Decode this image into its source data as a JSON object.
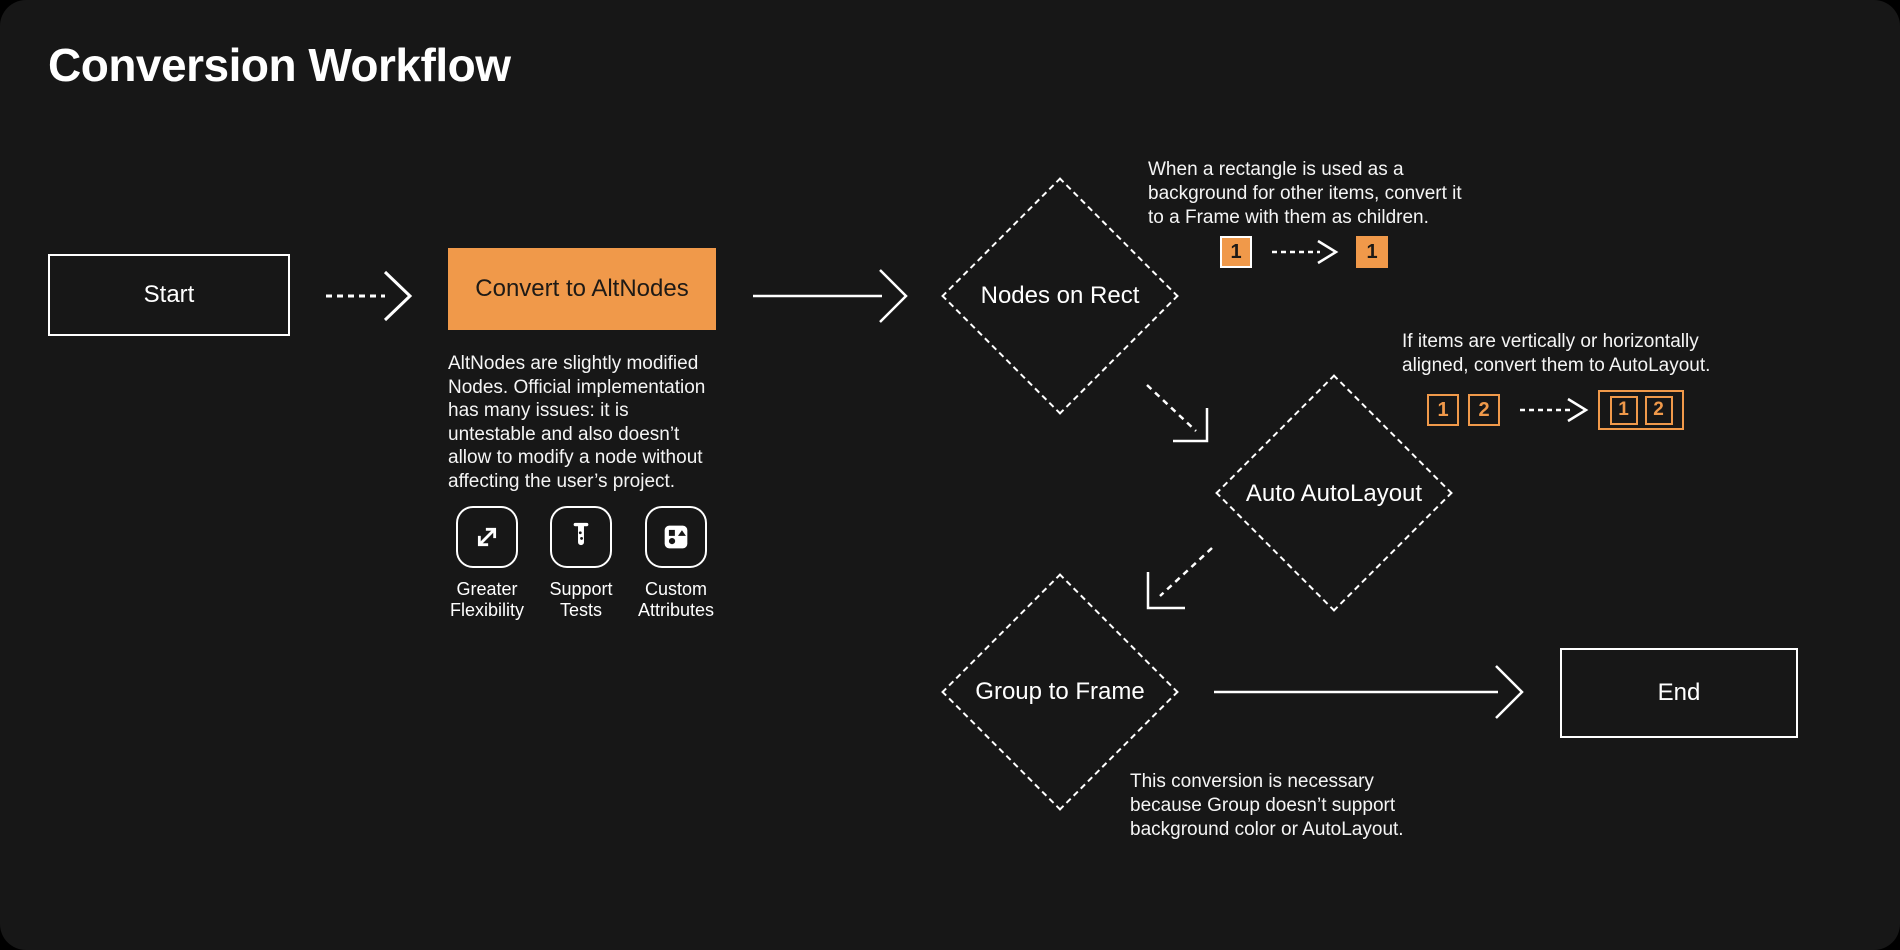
{
  "page": {
    "title": "Conversion Workflow"
  },
  "theme": {
    "background": "#171717",
    "text": "#FFFFFF",
    "accent_orange": "#F0994A",
    "dark_text": "#1E1A16"
  },
  "flow": {
    "start": {
      "label": "Start"
    },
    "convert": {
      "label": "Convert to AltNodes",
      "description": "AltNodes are slightly modified Nodes. Official implementation has many issues: it is untestable and also doesn’t allow to modify a node without affecting the user’s project.",
      "features": [
        {
          "icon": "expand-icon",
          "label": "Greater Flexibility"
        },
        {
          "icon": "test-tube-icon",
          "label": "Support Tests"
        },
        {
          "icon": "shapes-icon",
          "label": "Custom Attributes"
        }
      ]
    },
    "decisions": [
      {
        "label": "Nodes on Rect"
      },
      {
        "label": "Auto AutoLayout"
      },
      {
        "label": "Group to Frame"
      }
    ],
    "end": {
      "label": "End"
    },
    "annotations": [
      {
        "text": "When a rectangle is used as a background for other items, convert it to a Frame with them as children.",
        "before_chips": [
          "1"
        ],
        "after_chips": [
          "1"
        ]
      },
      {
        "text": "If items are vertically or horizontally aligned, convert them to AutoLayout.",
        "before_chips": [
          "1",
          "2"
        ],
        "after_chips": [
          "1",
          "2"
        ]
      },
      {
        "text": "This conversion is necessary because Group doesn’t support background color or AutoLayout."
      }
    ]
  }
}
